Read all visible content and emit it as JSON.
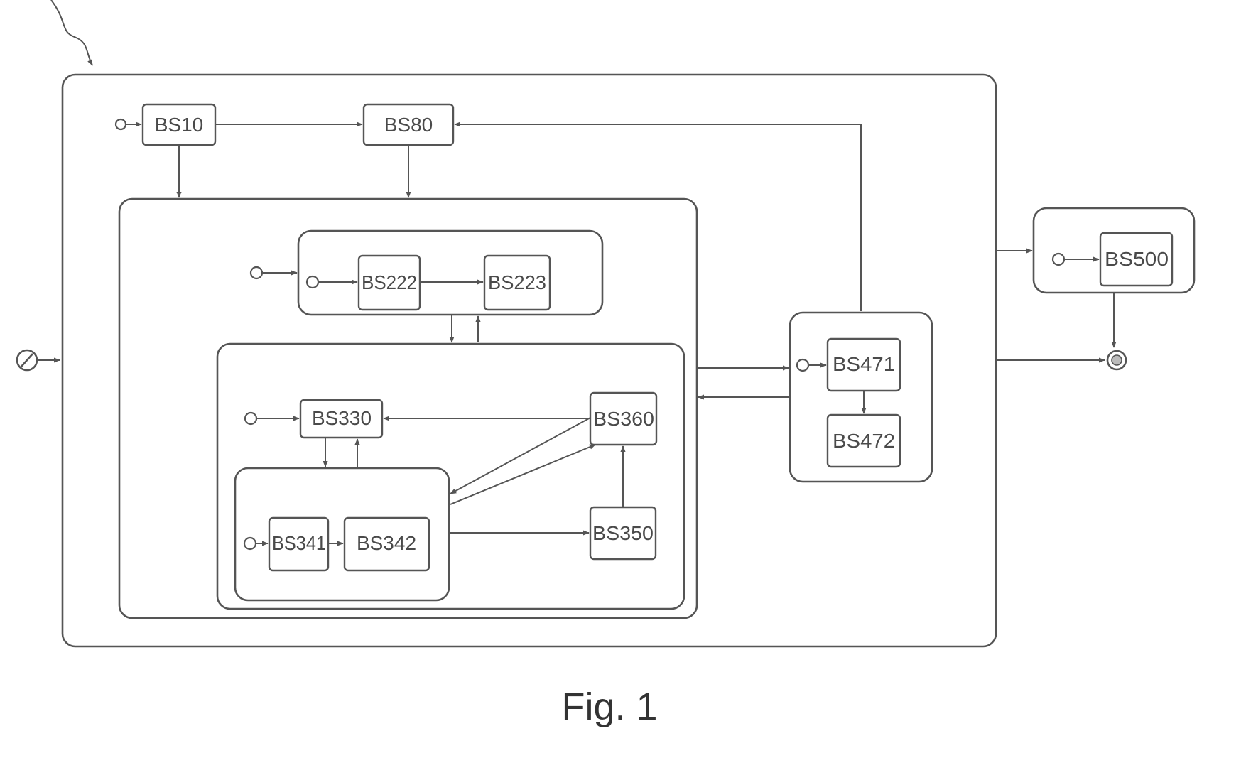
{
  "states": {
    "bs10": "BS10",
    "bs80": "BS80",
    "bs222": "BS222",
    "bs223": "BS223",
    "bs330": "BS330",
    "bs341": "BS341",
    "bs342": "BS342",
    "bs350": "BS350",
    "bs360": "BS360",
    "bs471": "BS471",
    "bs472": "BS472",
    "bs500": "BS500"
  },
  "caption": "Fig. 1"
}
